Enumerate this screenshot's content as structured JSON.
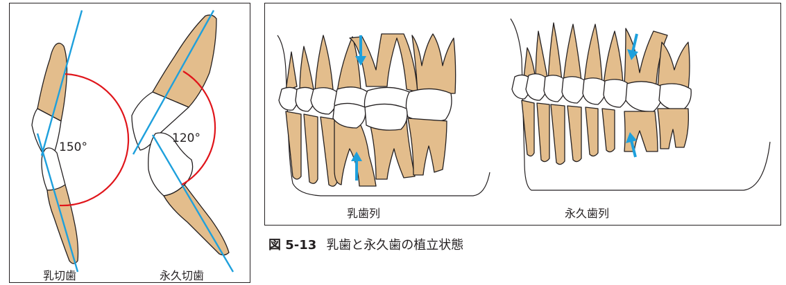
{
  "left_panel": {
    "primary_incisor": {
      "label": "乳切歯",
      "angle": "150°"
    },
    "permanent_incisor": {
      "label": "永久切歯",
      "angle": "120°"
    }
  },
  "right_panel": {
    "primary_dentition_label": "乳歯列",
    "permanent_dentition_label": "永久歯列"
  },
  "caption": {
    "figure_number": "図 5-13",
    "title": "乳歯と永久歯の植立状態"
  },
  "colors": {
    "root_fill": "#e3bd8c",
    "axis_line": "#1ea0dc",
    "angle_arc": "#e0151b",
    "outline": "#231f20"
  }
}
